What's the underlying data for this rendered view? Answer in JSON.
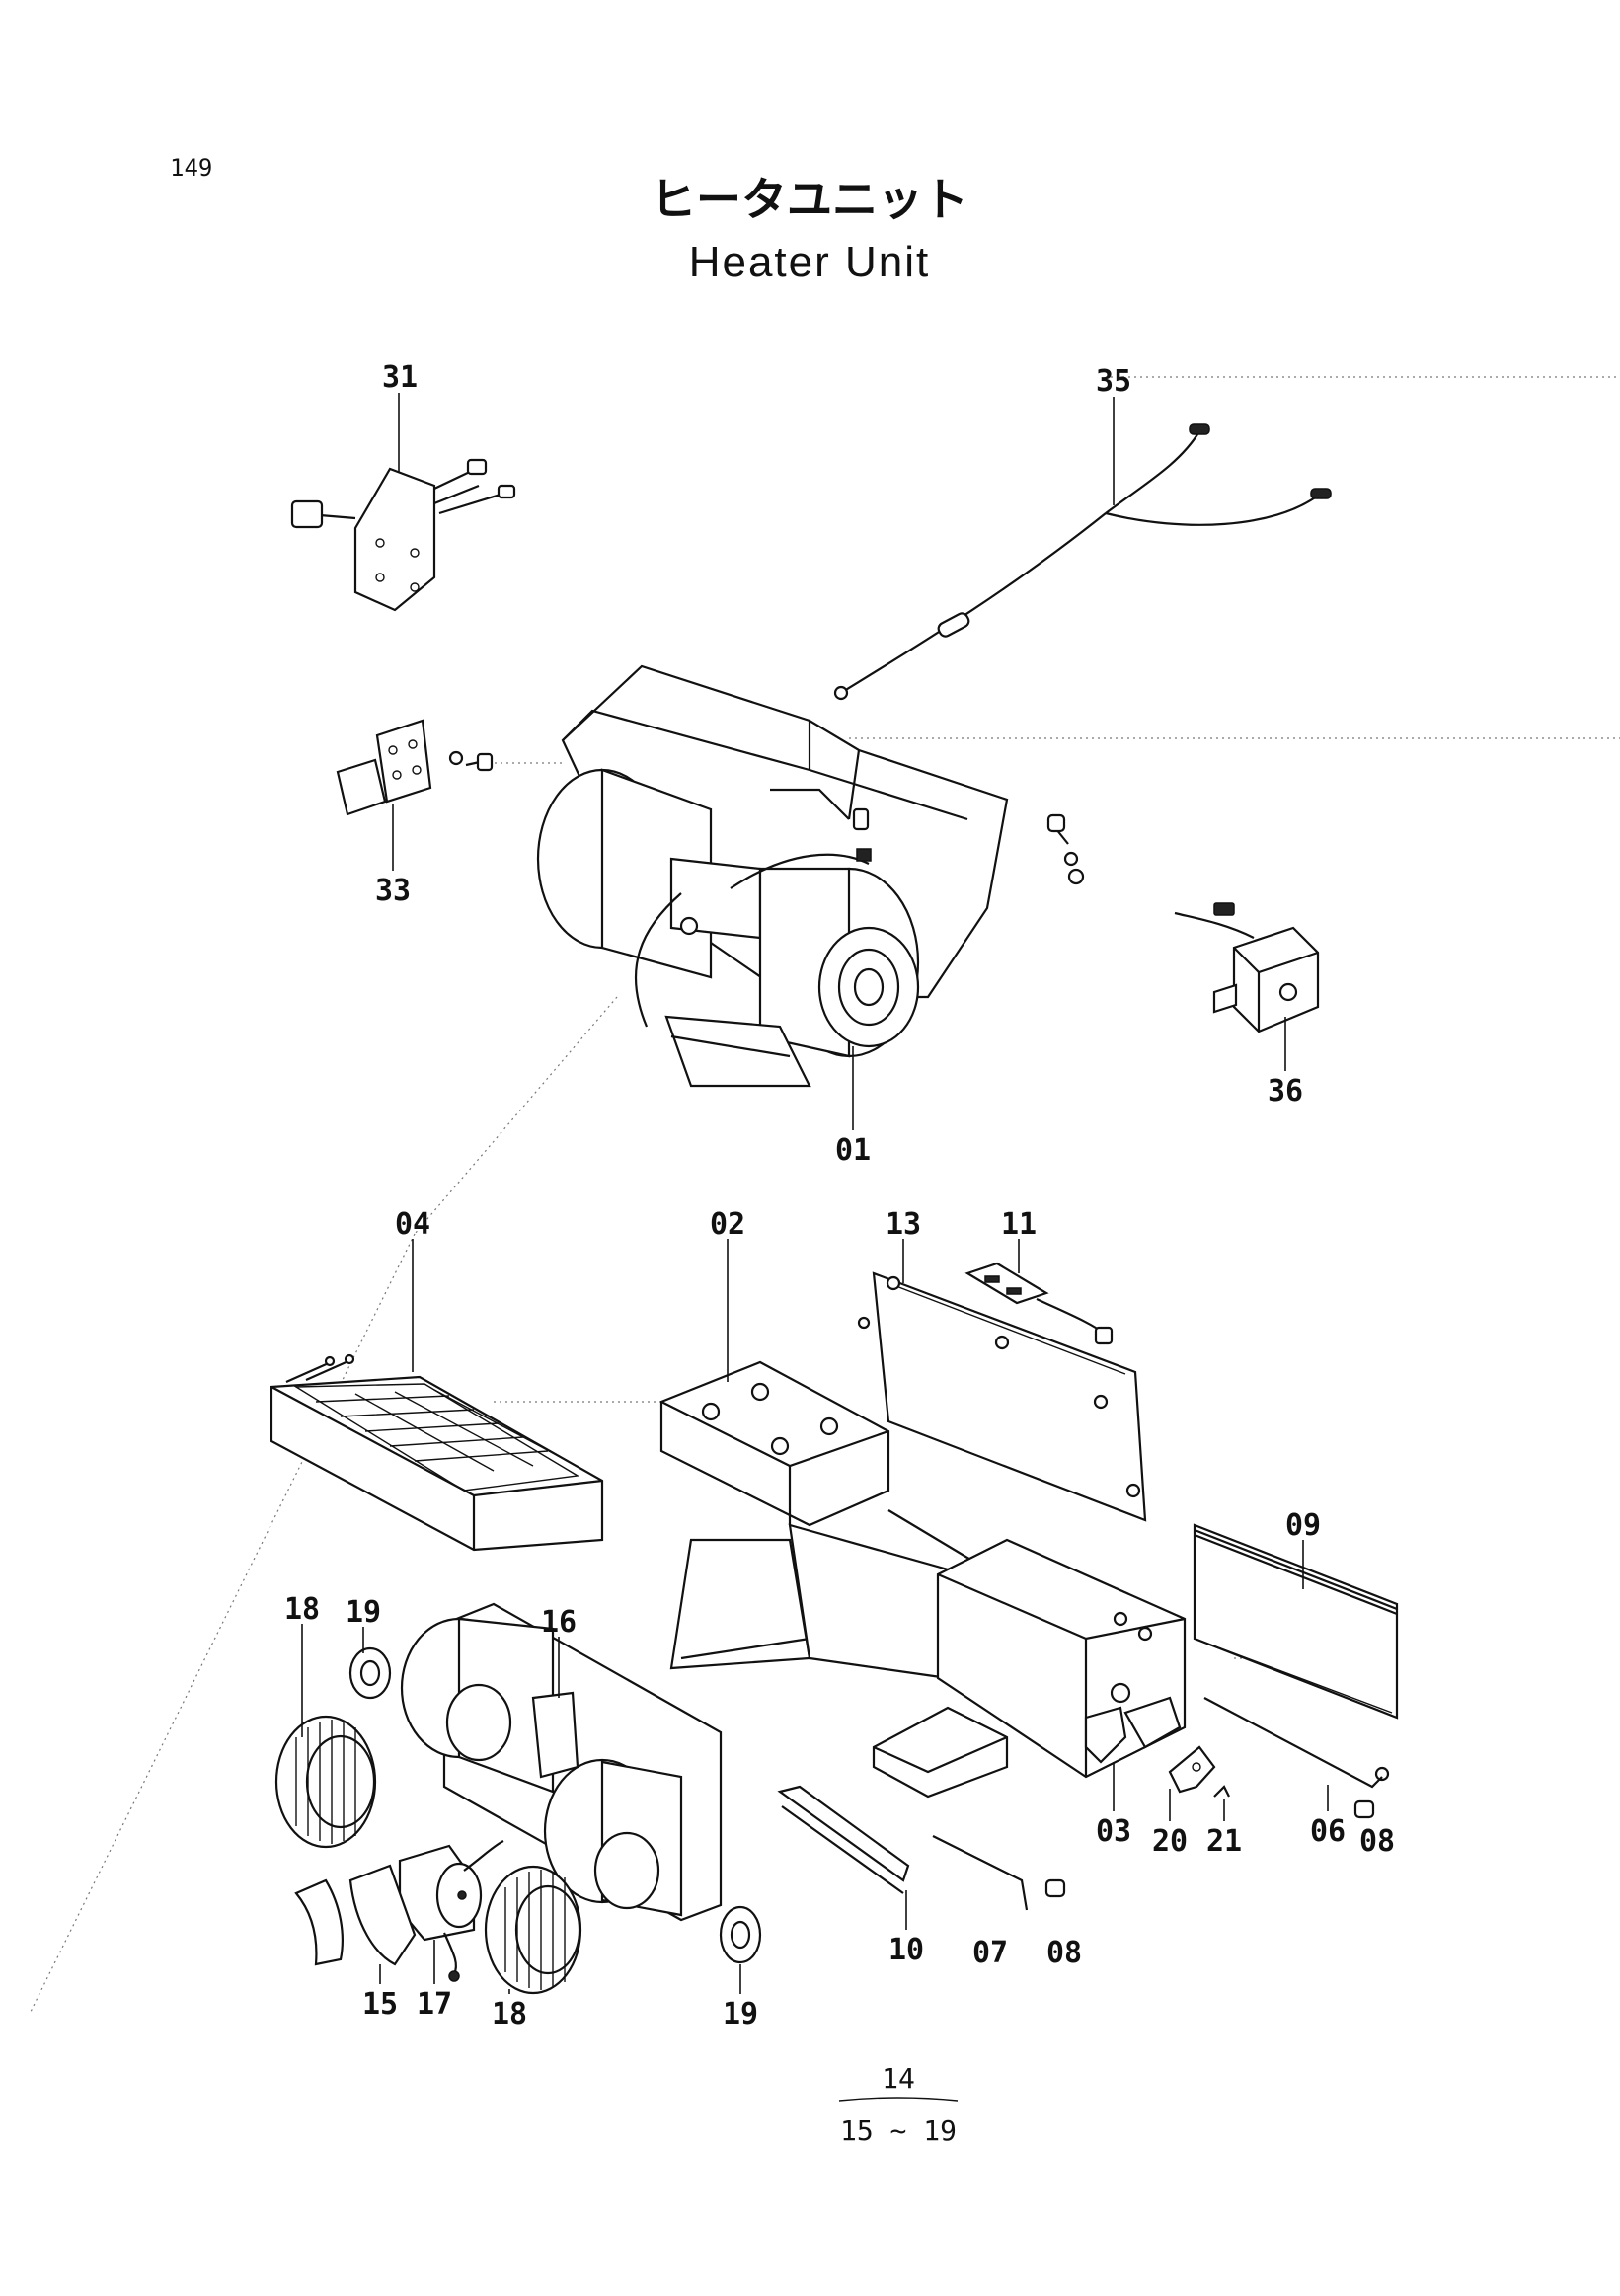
{
  "page": {
    "number": "149"
  },
  "title": {
    "japanese": "ヒータユニット",
    "english": "Heater Unit"
  },
  "footer": {
    "top": "14",
    "bottom": "15 ~ 19"
  },
  "part_labels": {
    "p31": "31",
    "p35": "35",
    "p33": "33",
    "p36": "36",
    "p01": "01",
    "p04": "04",
    "p02": "02",
    "p13": "13",
    "p11": "11",
    "p09": "09",
    "p18a": "18",
    "p19a": "19",
    "p16": "16",
    "p15": "15",
    "p17": "17",
    "p18b": "18",
    "p19b": "19",
    "p10": "10",
    "p07": "07",
    "p08a": "08",
    "p03": "03",
    "p20": "20",
    "p21": "21",
    "p06": "06",
    "p08b": "08"
  },
  "icons": [
    "heater-assembly-icon",
    "blower-fan-icon",
    "heater-core-icon",
    "wire-harness-icon"
  ]
}
